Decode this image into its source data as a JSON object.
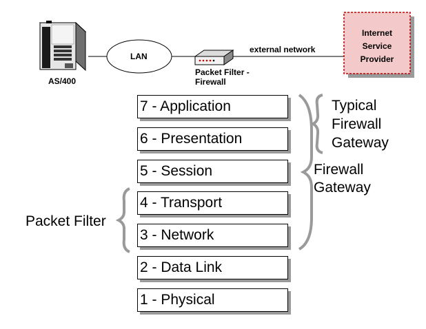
{
  "network": {
    "server_label": "AS/400",
    "lan_label": "LAN",
    "packet_filter_line1": "Packet Filter -",
    "packet_filter_line2": "Firewall",
    "external_label": "external network",
    "isp_line1": "Internet",
    "isp_line2": "Service",
    "isp_line3": "Provider"
  },
  "layers": [
    "7 - Application",
    "6 - Presentation",
    "5 - Session",
    "4 - Transport",
    "3 - Network",
    "2 - Data Link",
    "1 - Physical"
  ],
  "annotations": {
    "typical_line1": "Typical",
    "typical_line2": "Firewall",
    "typical_line3": "Gateway",
    "gateway_line1": "Firewall",
    "gateway_line2": "Gateway",
    "packet_filter": "Packet Filter"
  },
  "colors": {
    "isp_fill": "#f4c9c9",
    "isp_border": "#c00000",
    "shadow": "#9a9a9a",
    "brace": "#9a9a9a"
  }
}
